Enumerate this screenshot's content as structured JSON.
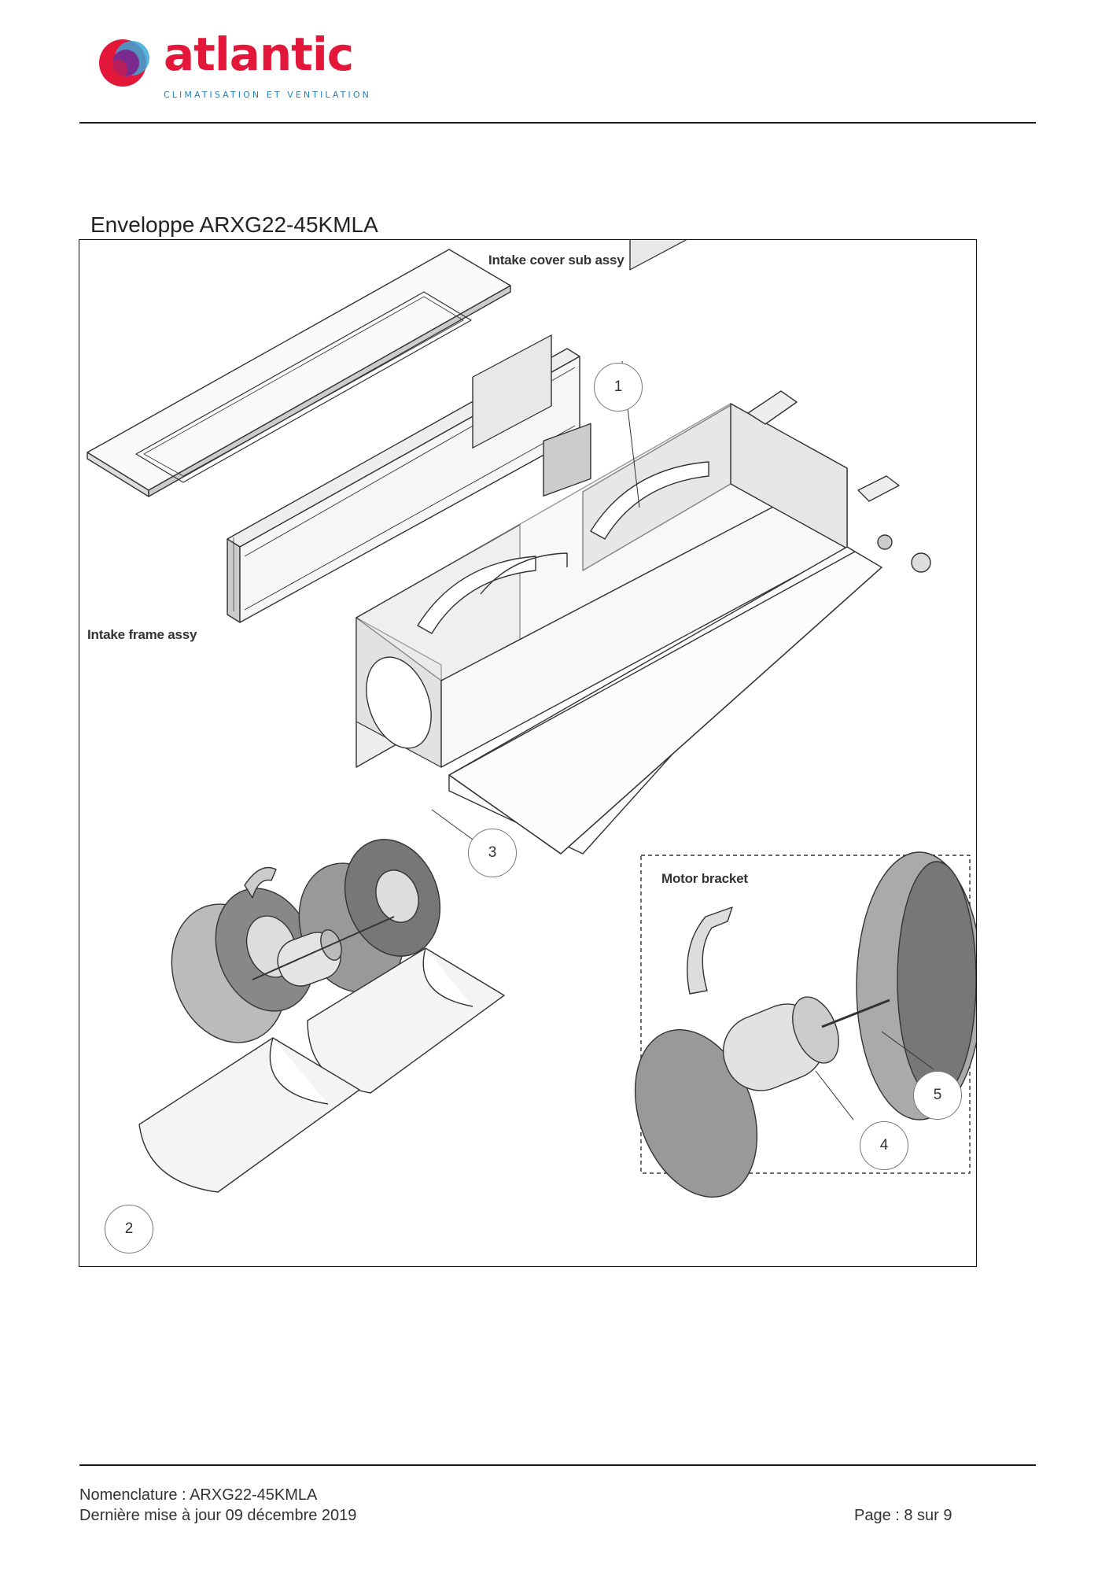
{
  "header": {
    "logo_word": "atlantic",
    "logo_tagline": "CLIMATISATION ET VENTILATION"
  },
  "section_title": "Enveloppe ARXG22-45KMLA",
  "diagram": {
    "labels": {
      "intake_cover": "Intake cover sub assy",
      "intake_frame": "Intake frame assy",
      "motor_bracket": "Motor bracket"
    },
    "callouts": [
      "1",
      "2",
      "3",
      "4",
      "5"
    ]
  },
  "footer": {
    "line1": "Nomenclature : ARXG22-45KMLA",
    "line2": "Dernière mise à jour 09 décembre 2019",
    "page": "Page : 8 sur 9"
  },
  "colors": {
    "brand_red": "#e2173a",
    "brand_blue": "#2a7fb6",
    "logo_purple": "#7b2a8f"
  }
}
